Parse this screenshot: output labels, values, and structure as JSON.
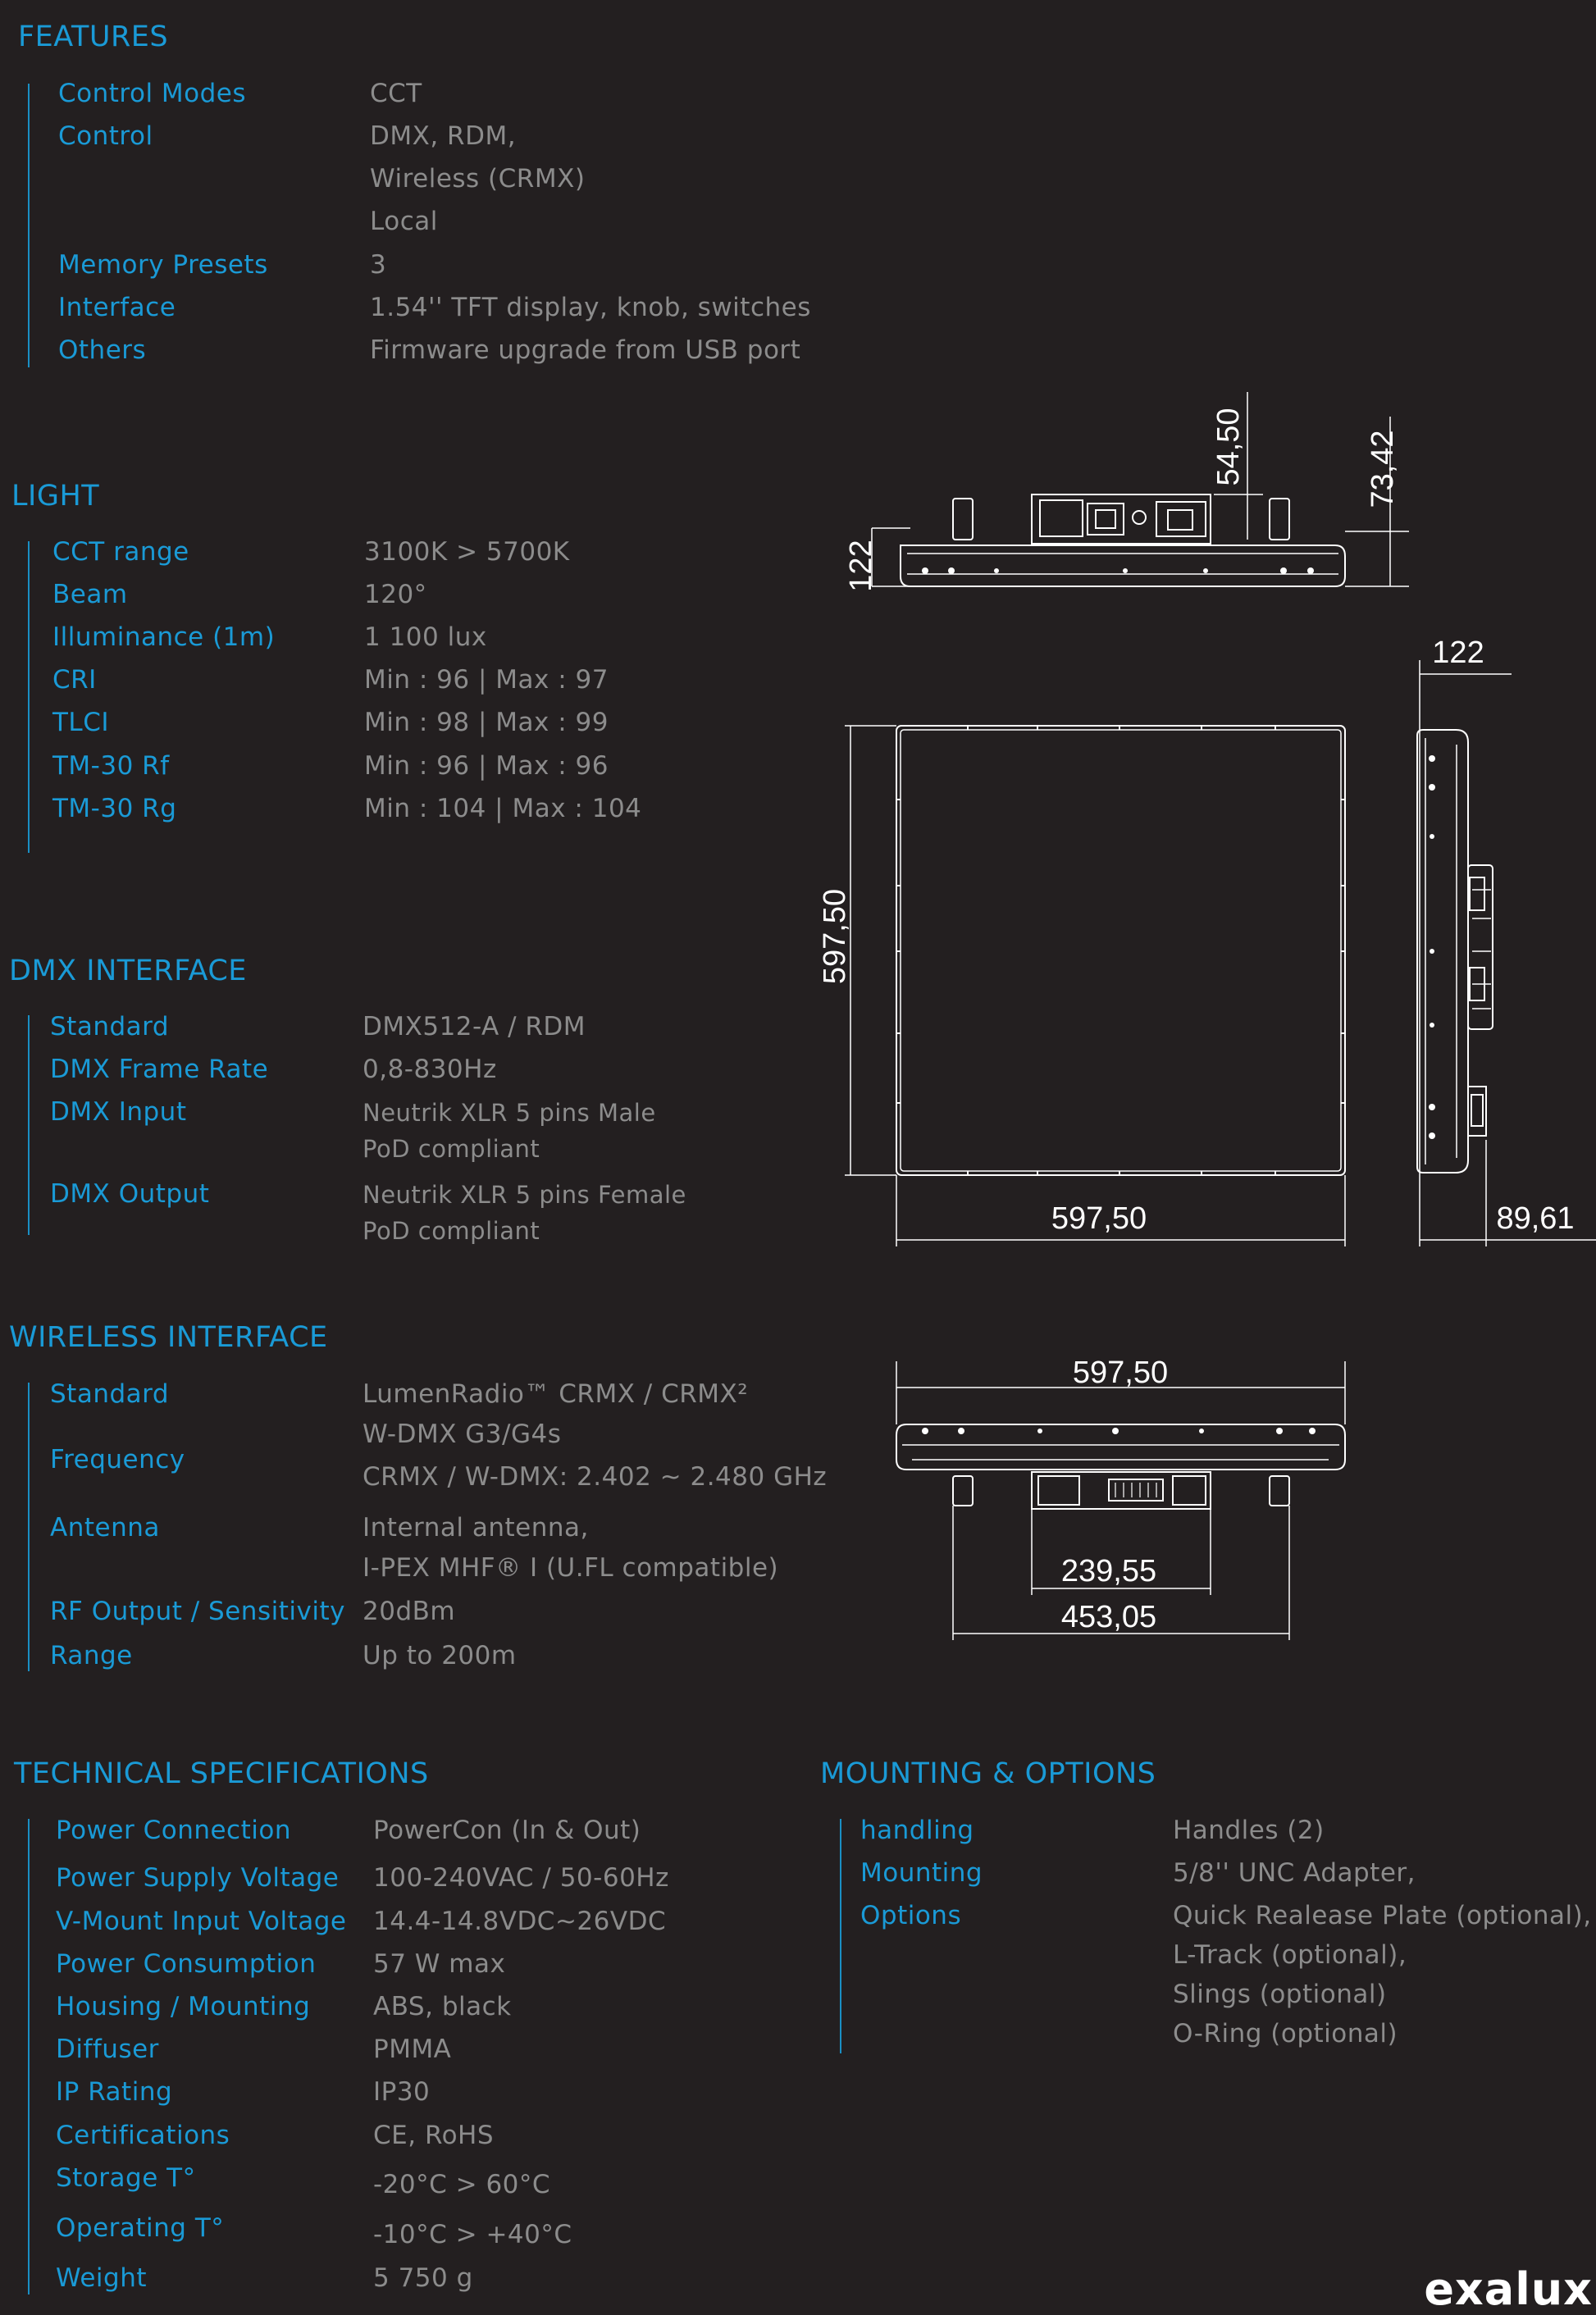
{
  "features": {
    "title": "FEATURES",
    "rows": [
      {
        "label": "Control Modes",
        "value": "CCT"
      },
      {
        "label": "Control",
        "value": "DMX, RDM,"
      },
      {
        "label": "",
        "value": "Wireless (CRMX)"
      },
      {
        "label": "",
        "value": "Local"
      },
      {
        "label": "Memory Presets",
        "value": "3"
      },
      {
        "label": "Interface",
        "value": "1.54'' TFT display, knob, switches"
      },
      {
        "label": "Others",
        "value": "Firmware upgrade from USB port"
      }
    ]
  },
  "light": {
    "title": "LIGHT",
    "rows": [
      {
        "label": "CCT range",
        "value": "3100K > 5700K"
      },
      {
        "label": "Beam",
        "value": "120°"
      },
      {
        "label": "Illuminance (1m)",
        "value": "1 100 lux"
      },
      {
        "label": "CRI",
        "value": "Min : 96 | Max : 97"
      },
      {
        "label": "TLCI",
        "value": "Min : 98 | Max : 99"
      },
      {
        "label": "TM-30 Rf",
        "value": "Min : 96 | Max : 96"
      },
      {
        "label": "TM-30 Rg",
        "value": "Min : 104 | Max : 104"
      }
    ]
  },
  "dmx": {
    "title": "DMX INTERFACE",
    "rows": [
      {
        "label": "Standard",
        "value": "DMX512-A / RDM"
      },
      {
        "label": "DMX Frame Rate",
        "value": "0,8-830Hz"
      },
      {
        "label": "DMX Input",
        "value": "Neutrik XLR 5 pins Male"
      },
      {
        "label": "",
        "value": "PoD compliant"
      },
      {
        "label": "DMX Output",
        "value": "Neutrik XLR 5 pins Female"
      },
      {
        "label": "",
        "value": "PoD compliant"
      }
    ]
  },
  "wireless": {
    "title": "WIRELESS INTERFACE",
    "rows": [
      {
        "label": "Standard",
        "value": "LumenRadio™ CRMX / CRMX²"
      },
      {
        "label": "",
        "value": "W-DMX G3/G4s"
      },
      {
        "label": "Frequency",
        "value": "CRMX / W-DMX: 2.402 ~ 2.480 GHz"
      },
      {
        "label": "Antenna",
        "value": "Internal antenna,"
      },
      {
        "label": "",
        "value": "I-PEX MHF® I (U.FL compatible)"
      },
      {
        "label": "RF Output / Sensitivity",
        "value": "20dBm"
      },
      {
        "label": "Range",
        "value": "Up to 200m"
      }
    ]
  },
  "technical": {
    "title": "TECHNICAL SPECIFICATIONS",
    "rows": [
      {
        "label": "Power Connection",
        "value": "PowerCon (In & Out)"
      },
      {
        "label": "Power Supply Voltage",
        "value": "100-240VAC / 50-60Hz"
      },
      {
        "label": "V-Mount Input Voltage",
        "value": "14.4-14.8VDC~26VDC"
      },
      {
        "label": "Power Consumption",
        "value": "57 W max"
      },
      {
        "label": "Housing / Mounting",
        "value": "ABS, black"
      },
      {
        "label": "Diffuser",
        "value": "PMMA"
      },
      {
        "label": "IP Rating",
        "value": "IP30"
      },
      {
        "label": "Certifications",
        "value": "CE, RoHS"
      },
      {
        "label": "Storage T°",
        "value": "-20°C > 60°C"
      },
      {
        "label": "Operating T°",
        "value": "-10°C > +40°C"
      },
      {
        "label": "Weight",
        "value": "5 750 g"
      }
    ]
  },
  "mounting": {
    "title": "MOUNTING & OPTIONS",
    "rows": [
      {
        "label": "handling",
        "value": "Handles (2)"
      },
      {
        "label": "Mounting",
        "value": "5/8'' UNC Adapter,"
      },
      {
        "label": "Options",
        "value": "Quick Realease Plate (optional),"
      },
      {
        "label": "",
        "value": "L-Track (optional),"
      },
      {
        "label": "",
        "value": "Slings (optional)"
      },
      {
        "label": "",
        "value": "O-Ring (optional)"
      }
    ]
  },
  "dimensions": {
    "top_height_left": "122",
    "top_height_mid": "54,50",
    "top_height_right": "73,42",
    "front_height": "597,50",
    "front_width": "597,50",
    "side_top": "122",
    "side_depth": "89,61",
    "bottom_width": "597,50",
    "bottom_inner": "239,55",
    "bottom_outer": "453,05"
  },
  "brand": {
    "logo_text": "exalux"
  }
}
